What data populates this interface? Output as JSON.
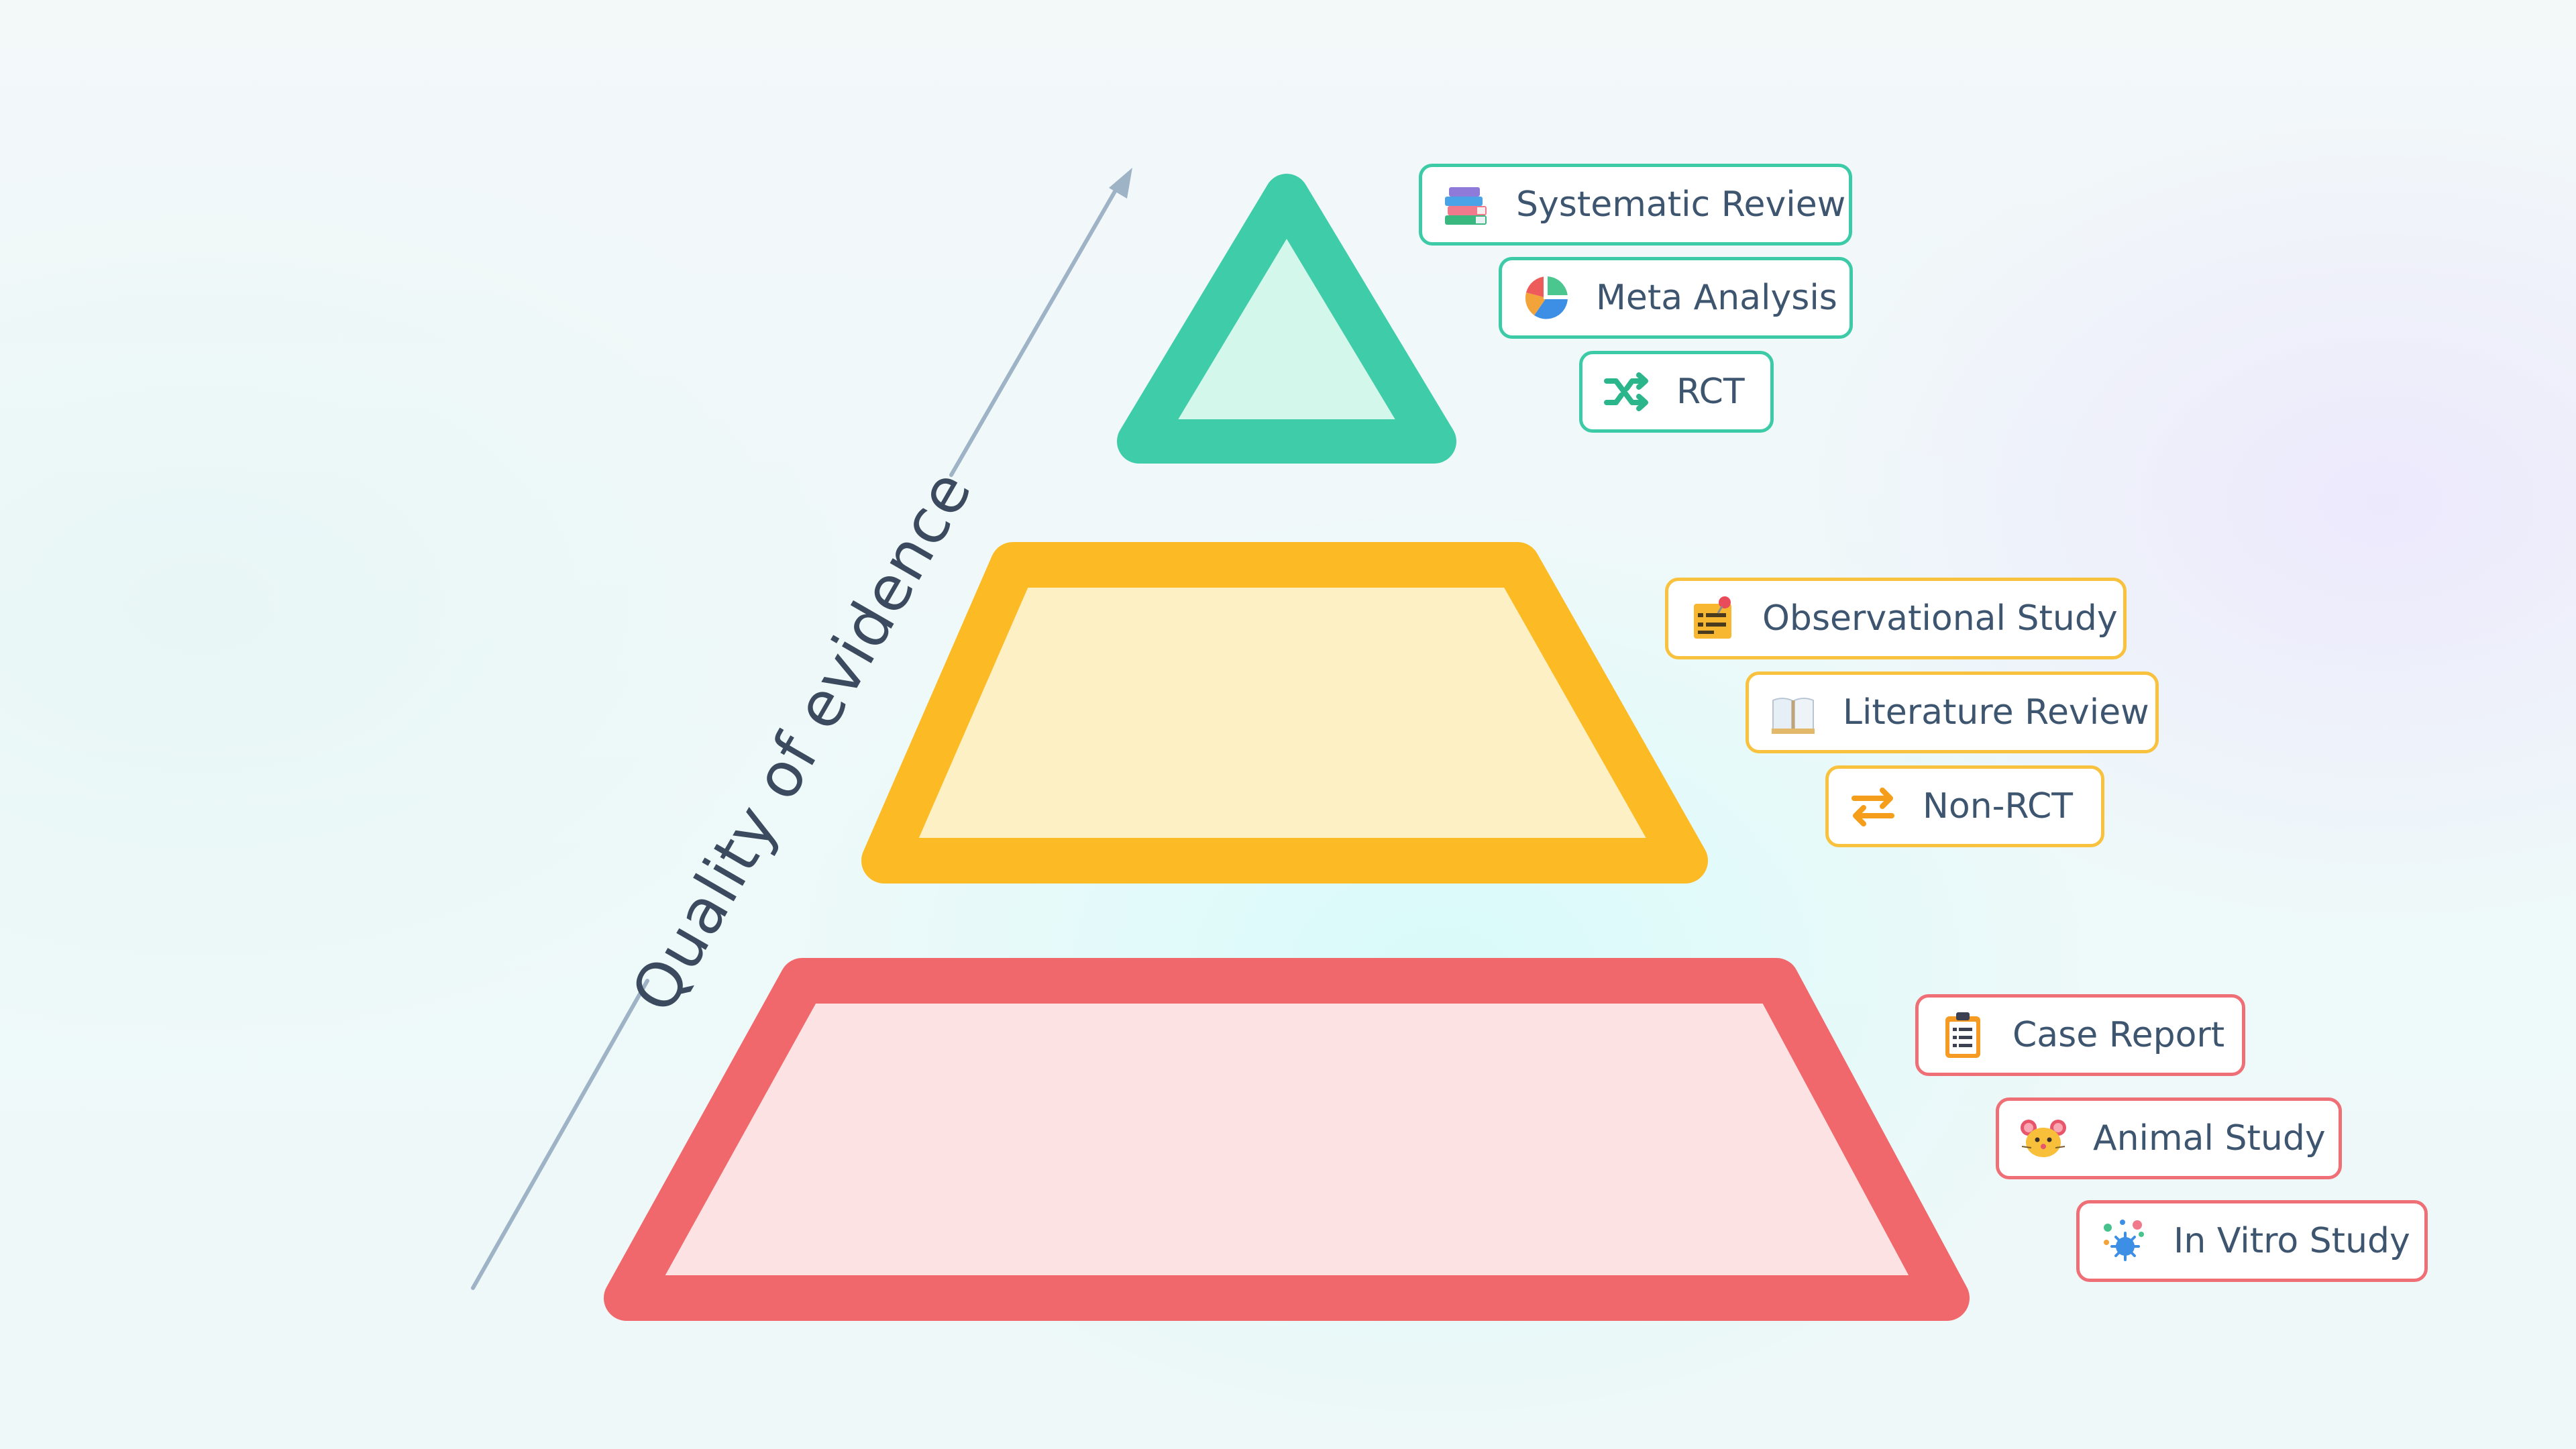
{
  "axis": {
    "label": "Quality of evidence"
  },
  "tiers": [
    {
      "name": "top",
      "stroke": "#3ecda8",
      "fill": "#d3f7ea",
      "items": [
        {
          "label": "Systematic Review",
          "icon": "books-icon"
        },
        {
          "label": "Meta Analysis",
          "icon": "pie-chart-icon"
        },
        {
          "label": "RCT",
          "icon": "shuffle-icon"
        }
      ]
    },
    {
      "name": "middle",
      "stroke": "#fcbb24",
      "fill": "#fdf0c5",
      "items": [
        {
          "label": "Observational Study",
          "icon": "memo-pin-icon"
        },
        {
          "label": "Literature Review",
          "icon": "open-book-icon"
        },
        {
          "label": "Non-RCT",
          "icon": "swap-arrows-icon"
        }
      ]
    },
    {
      "name": "bottom",
      "stroke": "#f0686b",
      "fill": "#fde2e4",
      "items": [
        {
          "label": "Case Report",
          "icon": "clipboard-icon"
        },
        {
          "label": "Animal Study",
          "icon": "mouse-face-icon"
        },
        {
          "label": "In Vitro Study",
          "icon": "microbe-icon"
        }
      ]
    }
  ],
  "colors": {
    "axis_line": "#9fb3c6",
    "label_text": "#3e5570"
  }
}
